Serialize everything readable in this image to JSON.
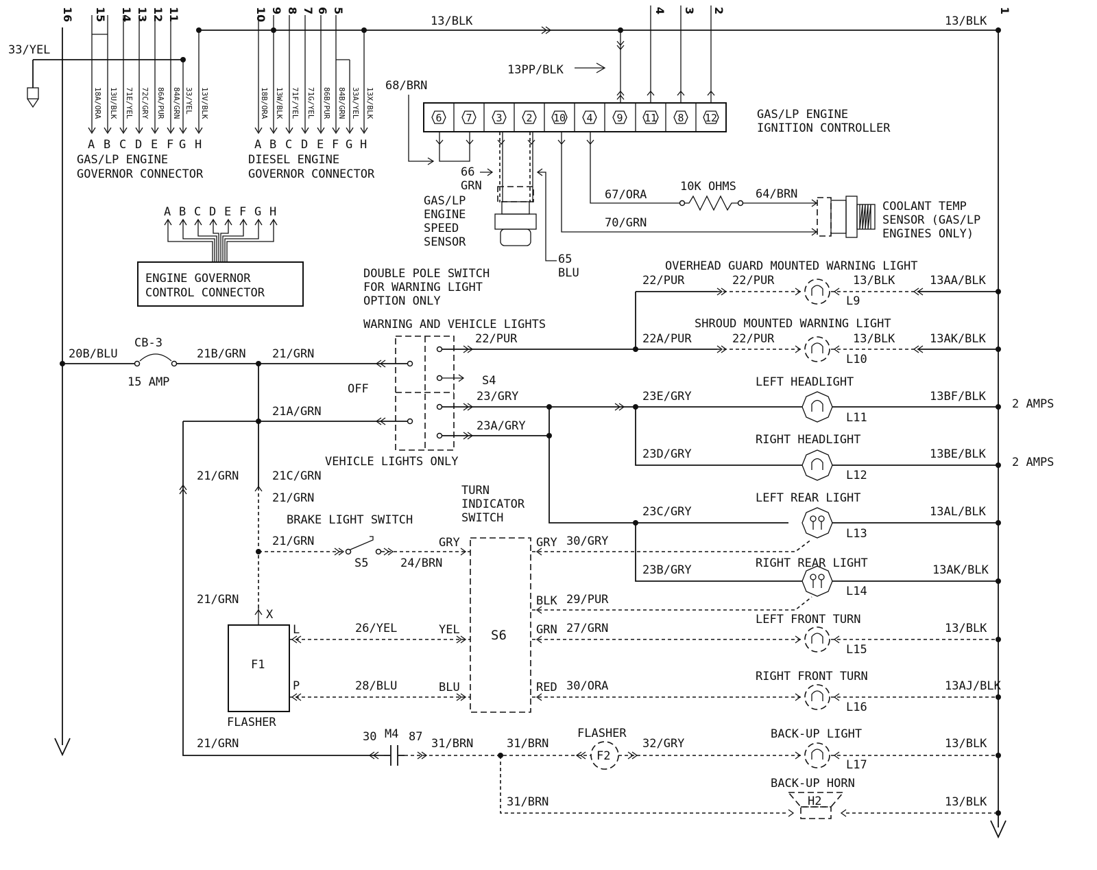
{
  "bus_numbers": [
    "16",
    "15",
    "14",
    "13",
    "12",
    "11",
    "10",
    "9",
    "8",
    "7",
    "6",
    "5",
    "4",
    "3",
    "2",
    "1"
  ],
  "wires": {
    "top_bus": "13/BLK",
    "top_bus_right": "13/BLK",
    "feed": "33/YEL",
    "ignition_feed": "13PP/BLK",
    "w68": "68/BRN",
    "w66a": "66",
    "w66b": "GRN",
    "w65a": "65",
    "w65b": "BLU",
    "w67": "67/ORA",
    "w70": "70/GRN",
    "resistor": "10K OHMS",
    "w64": "64/BRN",
    "w20b": "20B/BLU",
    "w21b": "21B/GRN",
    "w21_top": "21/GRN",
    "w21a": "21A/GRN",
    "w21_left": "21/GRN",
    "w21c": "21C/GRN",
    "w21_mid": "21/GRN",
    "w21_brake": "21/GRN",
    "w21_flasher": "21/GRN",
    "w21_bottom": "21/GRN",
    "w22_switch": "22/PUR",
    "w23_switch": "23/GRY",
    "w23a_switch": "23A/GRY",
    "w22_l9a": "22/PUR",
    "w22_l9b": "22/PUR",
    "w13_l9": "13/BLK",
    "w13aa": "13AA/BLK",
    "w22a": "22A/PUR",
    "w22_l10": "22/PUR",
    "w13_l10": "13/BLK",
    "w13ak_l10": "13AK/BLK",
    "w23e": "23E/GRY",
    "w13bf": "13BF/BLK",
    "w23d": "23D/GRY",
    "w13be": "13BE/BLK",
    "w23c": "23C/GRY",
    "w13al": "13AL/BLK",
    "w23b": "23B/GRY",
    "w13ak_l14": "13AK/BLK",
    "w24": "24/BRN",
    "w_gry_in": "GRY",
    "w_gry_out": "GRY",
    "w30_gry": "30/GRY",
    "w_blk": "BLK",
    "w29": "29/PUR",
    "w26": "26/YEL",
    "w_yel": "YEL",
    "w_grn": "GRN",
    "w27": "27/GRN",
    "w13_l15": "13/BLK",
    "w28": "28/BLU",
    "w_blu": "BLU",
    "w_red": "RED",
    "w30_ora": "30/ORA",
    "w13aj": "13AJ/BLK",
    "m4_30": "30",
    "m4_87": "87",
    "w31a": "31/BRN",
    "w31b": "31/BRN",
    "w32": "32/GRY",
    "w13_l17": "13/BLK",
    "w31c": "31/BRN",
    "w13_h2": "13/BLK"
  },
  "labels": {
    "gas_gov_connector_l1": "GAS/LP ENGINE",
    "gas_gov_connector_l2": "GOVERNOR CONNECTOR",
    "diesel_gov_connector_l1": "DIESEL ENGINE",
    "diesel_gov_connector_l2": "GOVERNOR CONNECTOR",
    "ignition_controller_l1": "GAS/LP ENGINE",
    "ignition_controller_l2": "IGNITION CONTROLLER",
    "speed_sensor_l1": "GAS/LP",
    "speed_sensor_l2": "ENGINE",
    "speed_sensor_l3": "SPEED",
    "speed_sensor_l4": "SENSOR",
    "coolant_l1": "COOLANT TEMP",
    "coolant_l2": "SENSOR (GAS/LP",
    "coolant_l3": "ENGINES ONLY)",
    "egcc_l1": "ENGINE GOVERNOR",
    "egcc_l2": "CONTROL CONNECTOR",
    "dps_l1": "DOUBLE POLE SWITCH",
    "dps_l2": "FOR WARNING LIGHT",
    "dps_l3": "OPTION ONLY",
    "warn_vehicle": "WARNING AND VEHICLE LIGHTS",
    "off": "OFF",
    "vehicle_only": "VEHICLE LIGHTS ONLY",
    "s4": "S4",
    "cb3": "CB-3",
    "amp15": "15 AMP",
    "overhead": "OVERHEAD GUARD MOUNTED WARNING LIGHT",
    "shroud": "SHROUD MOUNTED WARNING LIGHT",
    "left_head": "LEFT HEADLIGHT",
    "right_head": "RIGHT HEADLIGHT",
    "left_rear": "LEFT REAR LIGHT",
    "right_rear": "RIGHT REAR LIGHT",
    "left_front": "LEFT FRONT TURN",
    "right_front": "RIGHT FRONT TURN",
    "backup_light": "BACK-UP LIGHT",
    "backup_horn": "BACK-UP HORN",
    "amps_2a": "2 AMPS",
    "amps_2b": "2 AMPS",
    "turn_l1": "TURN",
    "turn_l2": "INDICATOR",
    "turn_l3": "SWITCH",
    "brake_switch": "BRAKE LIGHT SWITCH",
    "s5": "S5",
    "s6": "S6",
    "f1": "F1",
    "flasher": "FLASHER",
    "flasher_f2": "FLASHER",
    "f2": "F2",
    "m4": "M4",
    "h2": "H2",
    "x_term": "X",
    "l_term": "L",
    "p_term": "P",
    "l9": "L9",
    "l10": "L10",
    "l11": "L11",
    "l12": "L12",
    "l13": "L13",
    "l14": "L14",
    "l15": "L15",
    "l16": "L16",
    "l17": "L17"
  },
  "gas_connector": {
    "letters": [
      "A",
      "B",
      "C",
      "D",
      "E",
      "F",
      "G",
      "H"
    ],
    "wires": [
      "18A/ORA",
      "13U/BLK",
      "71E/YEL",
      "72C/GRY",
      "86A/PUR",
      "84A/GRN",
      "33/YEL",
      "13V/BLK"
    ]
  },
  "diesel_connector": {
    "letters": [
      "A",
      "B",
      "C",
      "D",
      "E",
      "F",
      "G",
      "H"
    ],
    "wires": [
      "18B/ORA",
      "13W/BLK",
      "71F/YEL",
      "71G/YEL",
      "86B/PUR",
      "84B/GRN",
      "33A/YEL",
      "13X/BLK"
    ]
  },
  "egcc_letters": [
    "A",
    "B",
    "C",
    "D",
    "E",
    "F",
    "G",
    "H"
  ],
  "ignition_pins": [
    "6",
    "7",
    "3",
    "2",
    "10",
    "4",
    "9",
    "11",
    "8",
    "12"
  ]
}
